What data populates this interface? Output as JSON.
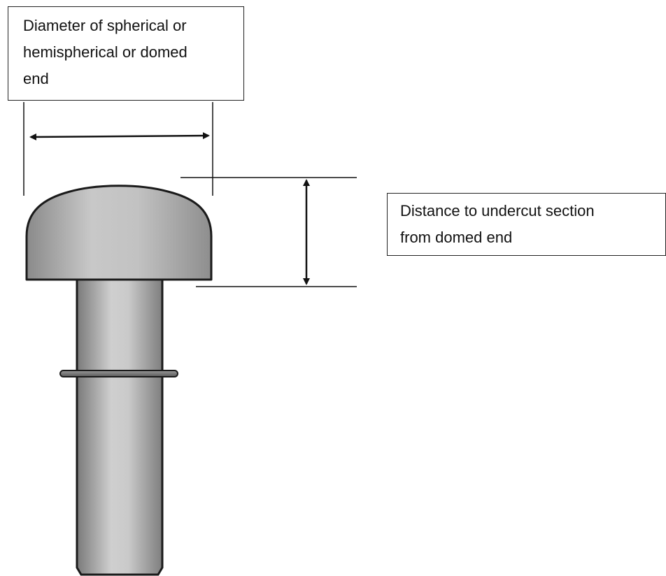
{
  "labels": {
    "diameter": {
      "lines": [
        "Diameter of spherical or",
        "hemispherical or domed",
        "end"
      ]
    },
    "distance": {
      "lines": [
        "Distance to undercut section",
        "from domed end"
      ]
    }
  },
  "colors": {
    "line": "#111111",
    "outline": "#1a1a1a",
    "metal_light": "#d4d4d4",
    "metal_mid": "#b0b0b0",
    "metal_dark": "#7a7a7a"
  }
}
